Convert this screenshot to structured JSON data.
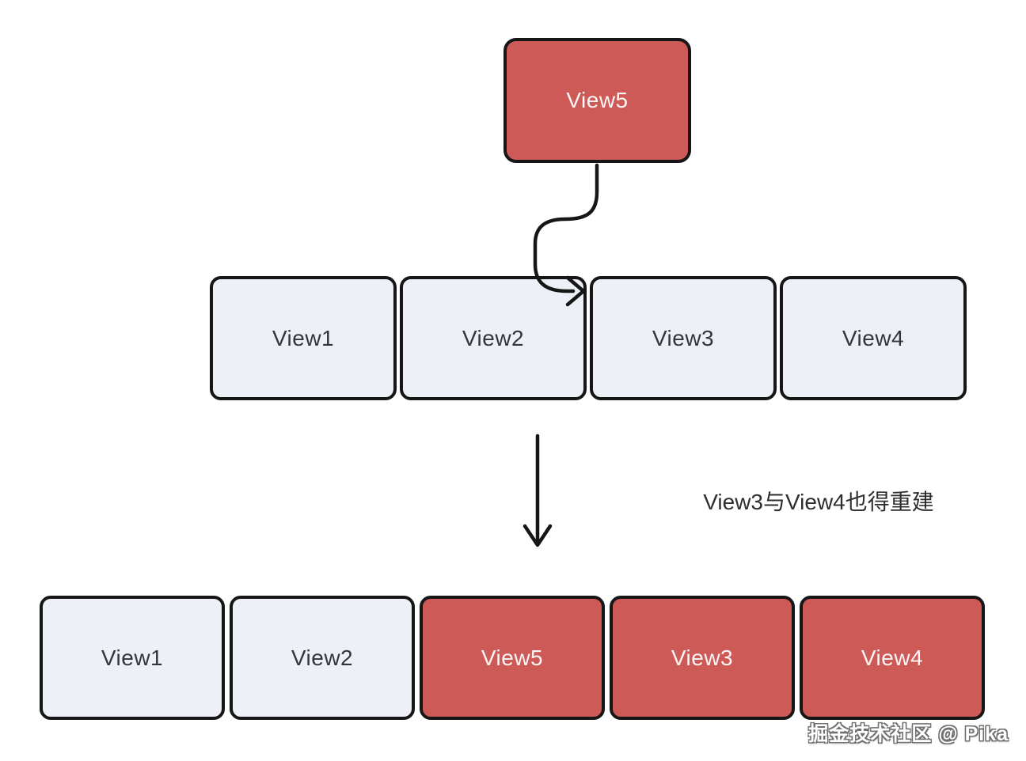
{
  "colors": {
    "background": "#ffffff",
    "red_fill": "#CD5A56",
    "light_fill": "#EDF0F7",
    "stroke": "#161616",
    "dark_text": "#31353C",
    "light_text": "#FBF6F5",
    "annotation_text": "#2E2E2E",
    "watermark_text": "#ffffff",
    "watermark_outline": "#707070"
  },
  "top_node": {
    "label": "View5",
    "variant": "red"
  },
  "row_before": {
    "boxes": [
      {
        "label": "View1",
        "variant": "light"
      },
      {
        "label": "View2",
        "variant": "light"
      },
      {
        "label": "View3",
        "variant": "light"
      },
      {
        "label": "View4",
        "variant": "light"
      }
    ]
  },
  "annotation": {
    "text": "View3与View4也得重建"
  },
  "row_after": {
    "boxes": [
      {
        "label": "View1",
        "variant": "light"
      },
      {
        "label": "View2",
        "variant": "light"
      },
      {
        "label": "View5",
        "variant": "red"
      },
      {
        "label": "View3",
        "variant": "red"
      },
      {
        "label": "View4",
        "variant": "red"
      }
    ]
  },
  "watermark": {
    "text": "掘金技术社区 @ Pika"
  }
}
